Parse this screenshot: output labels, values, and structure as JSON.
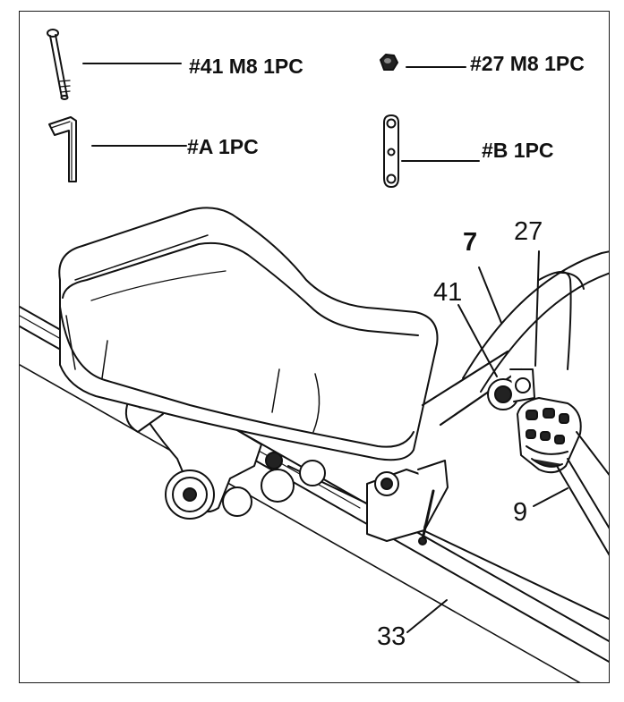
{
  "hardware": [
    {
      "key": "bolt",
      "label": "#41 M8 1PC",
      "icon": "bolt-icon"
    },
    {
      "key": "nut",
      "label": "#27 M8 1PC",
      "icon": "nut-icon"
    },
    {
      "key": "hex_key",
      "label": "#A 1PC",
      "icon": "allen-key-icon"
    },
    {
      "key": "wrench",
      "label": "#B 1PC",
      "icon": "wrench-icon"
    }
  ],
  "callouts": {
    "part_7": "7",
    "part_27": "27",
    "part_41": "41",
    "part_9": "9",
    "part_33": "33"
  },
  "colors": {
    "line": "#111111",
    "fill": "#ffffff",
    "shade": "#d9d9d9"
  }
}
